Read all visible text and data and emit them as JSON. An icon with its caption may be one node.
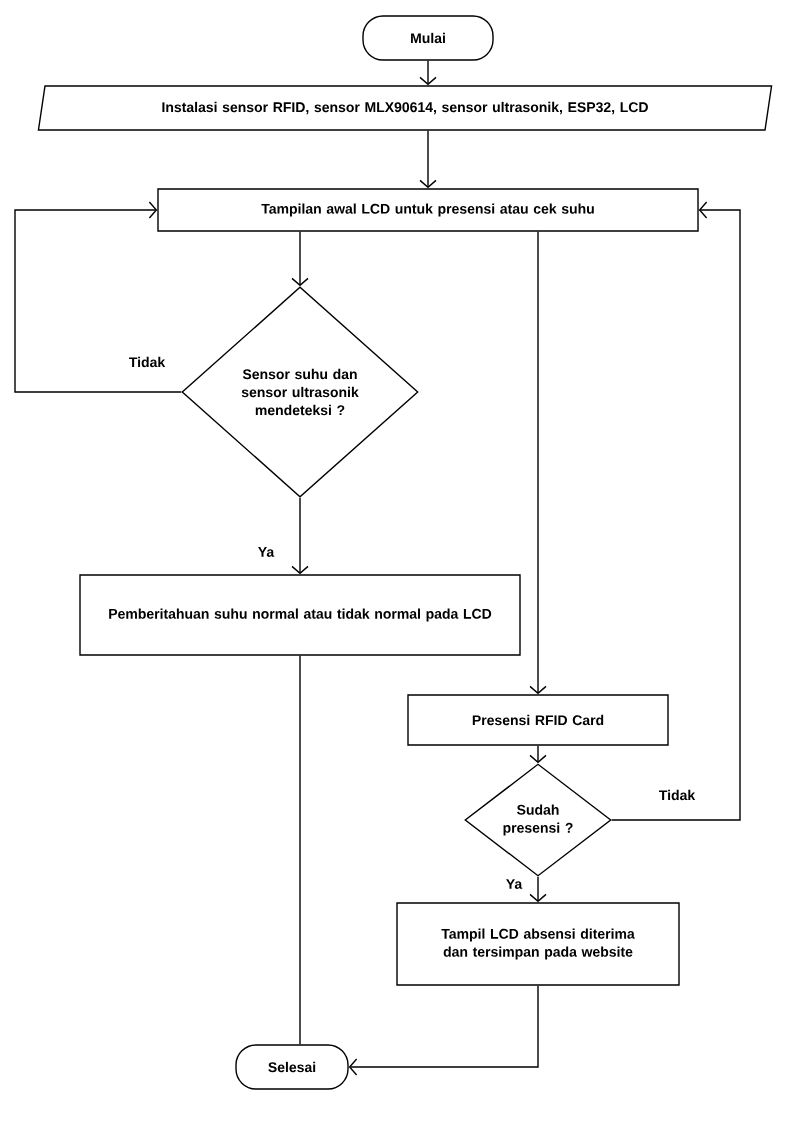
{
  "diagram": {
    "nodes": [
      {
        "text": [
          "Mulai"
        ]
      },
      {
        "text": [
          "Instalasi sensor RFID, sensor MLX90614, sensor ultrasonik, ESP32, LCD"
        ]
      },
      {
        "text": [
          "Tampilan awal LCD untuk presensi atau cek suhu"
        ]
      },
      {
        "text": [
          "Sensor suhu dan sensor ultrasonik mendeteksi ?"
        ]
      },
      {
        "text": [
          "Pemberitahuan suhu normal atau tidak normal pada LCD"
        ]
      },
      {
        "text": [
          "Presensi RFID Card"
        ]
      },
      {
        "text": [
          "Sudah presensi ?"
        ]
      },
      {
        "text": [
          "Tampil LCD absensi diterima dan tersimpan pada website"
        ]
      },
      {
        "text": [
          "Selesai"
        ]
      }
    ],
    "edges": [
      {
        "from": 0,
        "to": 1,
        "arrow": "to"
      },
      {
        "from": 1,
        "to": 2,
        "arrow": "to"
      },
      {
        "from": 2,
        "to": 3,
        "arrow": "to"
      },
      {
        "from": 3,
        "to": 2,
        "arrow": "to",
        "label": "Tidak"
      },
      {
        "from": 3,
        "to": 4,
        "arrow": "to",
        "label": "Ya"
      },
      {
        "from": 2,
        "to": 5,
        "arrow": "to"
      },
      {
        "from": 5,
        "to": 6,
        "arrow": "to"
      },
      {
        "from": 6,
        "to": 2,
        "arrow": "to",
        "label": "Tidak"
      },
      {
        "from": 6,
        "to": 7,
        "arrow": "to",
        "label": "Ya"
      },
      {
        "from": 7,
        "to": 8,
        "arrow": "to"
      },
      {
        "from": 4,
        "to": 8,
        "arrow": "none"
      }
    ]
  }
}
